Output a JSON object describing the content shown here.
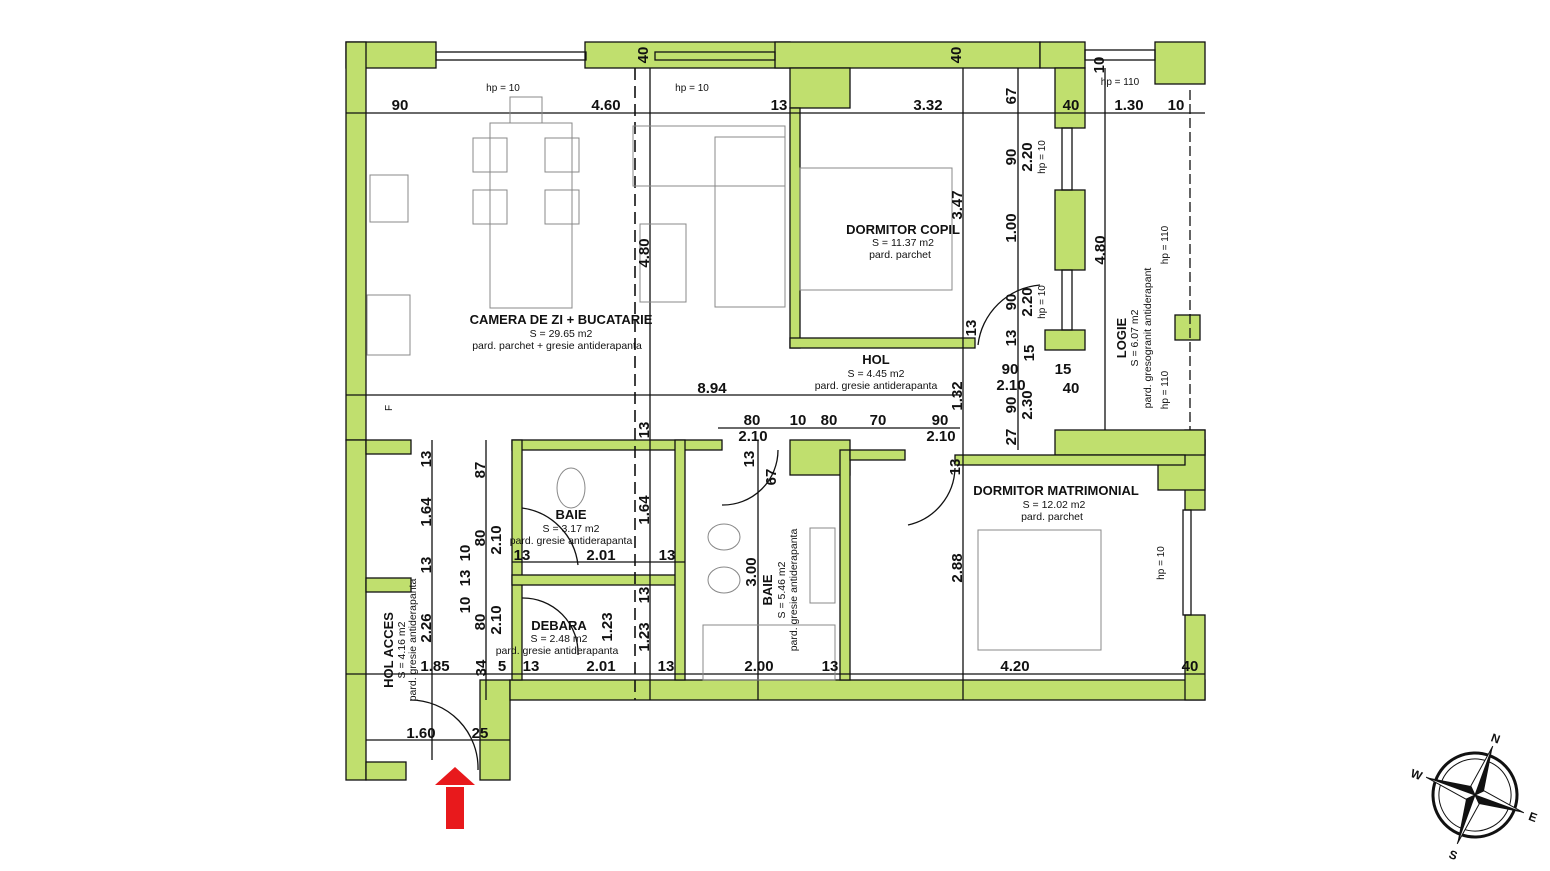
{
  "colors": {
    "wall": "#c0df6e",
    "arrow": "#e8191c"
  },
  "rooms": {
    "living": {
      "name": "CAMERA DE ZI + BUCATARIE",
      "area": "S = 29.65 m2",
      "floor": "pard. parchet + gresie antiderapanta"
    },
    "kid": {
      "name": "DORMITOR  COPIL",
      "area": "S = 11.37 m2",
      "floor": "pard. parchet"
    },
    "hol": {
      "name": "HOL",
      "area": "S = 4.45 m2",
      "floor": "pard. gresie antiderapanta"
    },
    "logie": {
      "name": "LOGIE",
      "area": "S = 6.07 m2",
      "floor": "pard. gresogranit antiderapant"
    },
    "baie1": {
      "name": "BAIE",
      "area": "S = 3.17 m2",
      "floor": "pard. gresie antiderapanta"
    },
    "debara": {
      "name": "DEBARA",
      "area": "S = 2.48 m2",
      "floor": "pard. gresie antiderapanta"
    },
    "baie2": {
      "name": "BAIE",
      "area": "S = 5.46 m2",
      "floor": "pard. gresie antiderapanta"
    },
    "master": {
      "name": "DORMITOR  MATRIMONIAL",
      "area": "S = 12.02 m2",
      "floor": "pard. parchet"
    },
    "acces": {
      "name": "HOL ACCES",
      "area": "S = 4.16 m2",
      "floor": "pard. gresie antiderapanta"
    }
  },
  "notes": {
    "hp10": "hp = 10",
    "hp110": "hp = 110",
    "fridge": "F"
  },
  "dims": [
    "90",
    "4.60",
    "13",
    "3.32",
    "40",
    "1.30",
    "10",
    "67",
    "40",
    "40",
    "10",
    "4.80",
    "3.47",
    "4.80",
    "90",
    "2.20",
    "1.00",
    "90",
    "2.20",
    "13",
    "13",
    "15",
    "90",
    "15",
    "2.10",
    "40",
    "1.32",
    "90",
    "2.30",
    "27",
    "8.94",
    "80",
    "10",
    "80",
    "70",
    "90",
    "2.10",
    "2.10",
    "13",
    "13",
    "67",
    "13",
    "13",
    "1.64",
    "13",
    "2.26",
    "87",
    "80",
    "2.10",
    "10",
    "13",
    "10",
    "80",
    "2.10",
    "13",
    "2.01",
    "13",
    "1.64",
    "13",
    "1.23",
    "1.23",
    "1.85",
    "34",
    "5",
    "13",
    "2.01",
    "13",
    "2.00",
    "13",
    "3.00",
    "2.88",
    "4.20",
    "40",
    "1.60",
    "25"
  ],
  "compass": {
    "n": "N",
    "e": "E",
    "s": "S",
    "w": "W"
  }
}
